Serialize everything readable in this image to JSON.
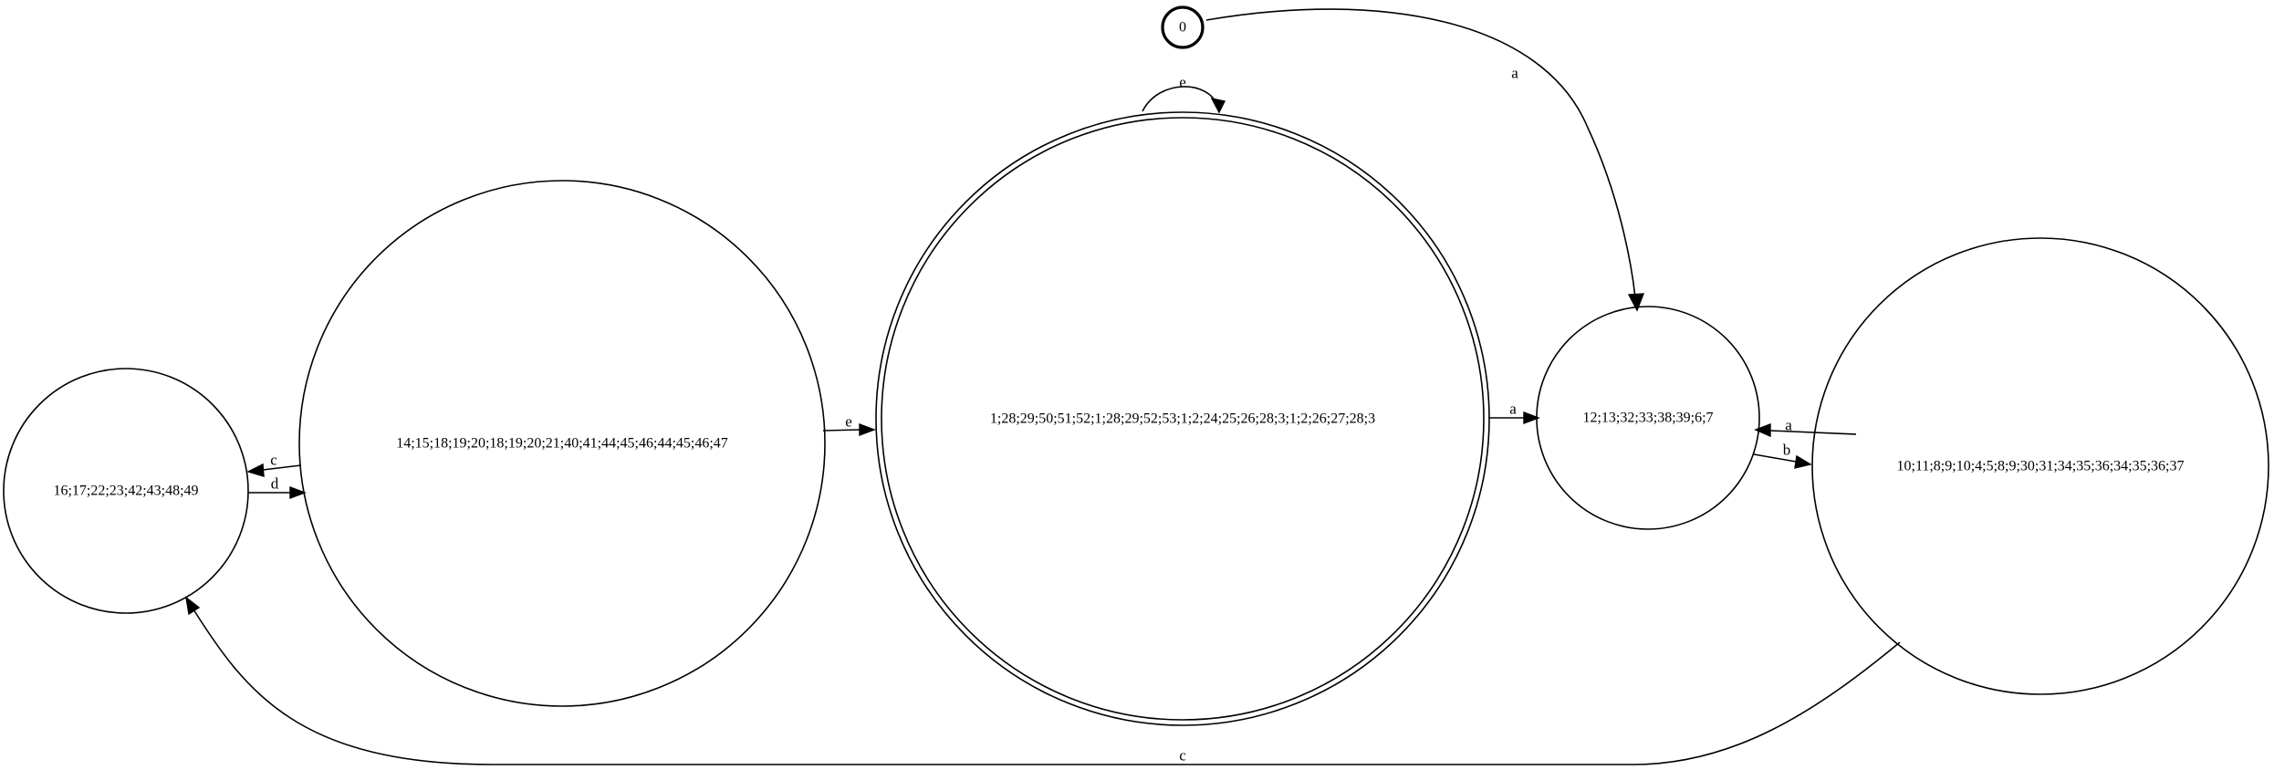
{
  "diagram": {
    "nodes": [
      {
        "id": "start",
        "label": "0"
      },
      {
        "id": "n16",
        "label": "16;17;22;23;42;43;48;49"
      },
      {
        "id": "n14",
        "label": "14;15;18;19;20;18;19;20;21;40;41;44;45;46;44;45;46;47"
      },
      {
        "id": "n1",
        "label": "1;28;29;50;51;52;1;28;29;52;53;1;2;24;25;26;28;3;1;2;26;27;28;3"
      },
      {
        "id": "n12",
        "label": "12;13;32;33;38;39;6;7"
      },
      {
        "id": "n10",
        "label": "10;11;8;9;10;4;5;8;9;30;31;34;35;36;34;35;36;37"
      }
    ],
    "edges": [
      {
        "id": "start-to-n12",
        "label": "a"
      },
      {
        "id": "n1-loop",
        "label": "e"
      },
      {
        "id": "n14-to-n16",
        "label": "c"
      },
      {
        "id": "n16-to-n14",
        "label": "d"
      },
      {
        "id": "n14-to-n1",
        "label": "e"
      },
      {
        "id": "n1-to-n12",
        "label": "a"
      },
      {
        "id": "n10-to-n12",
        "label": "a"
      },
      {
        "id": "n12-to-n10",
        "label": "b"
      },
      {
        "id": "n10-to-n16",
        "label": "c"
      }
    ]
  }
}
